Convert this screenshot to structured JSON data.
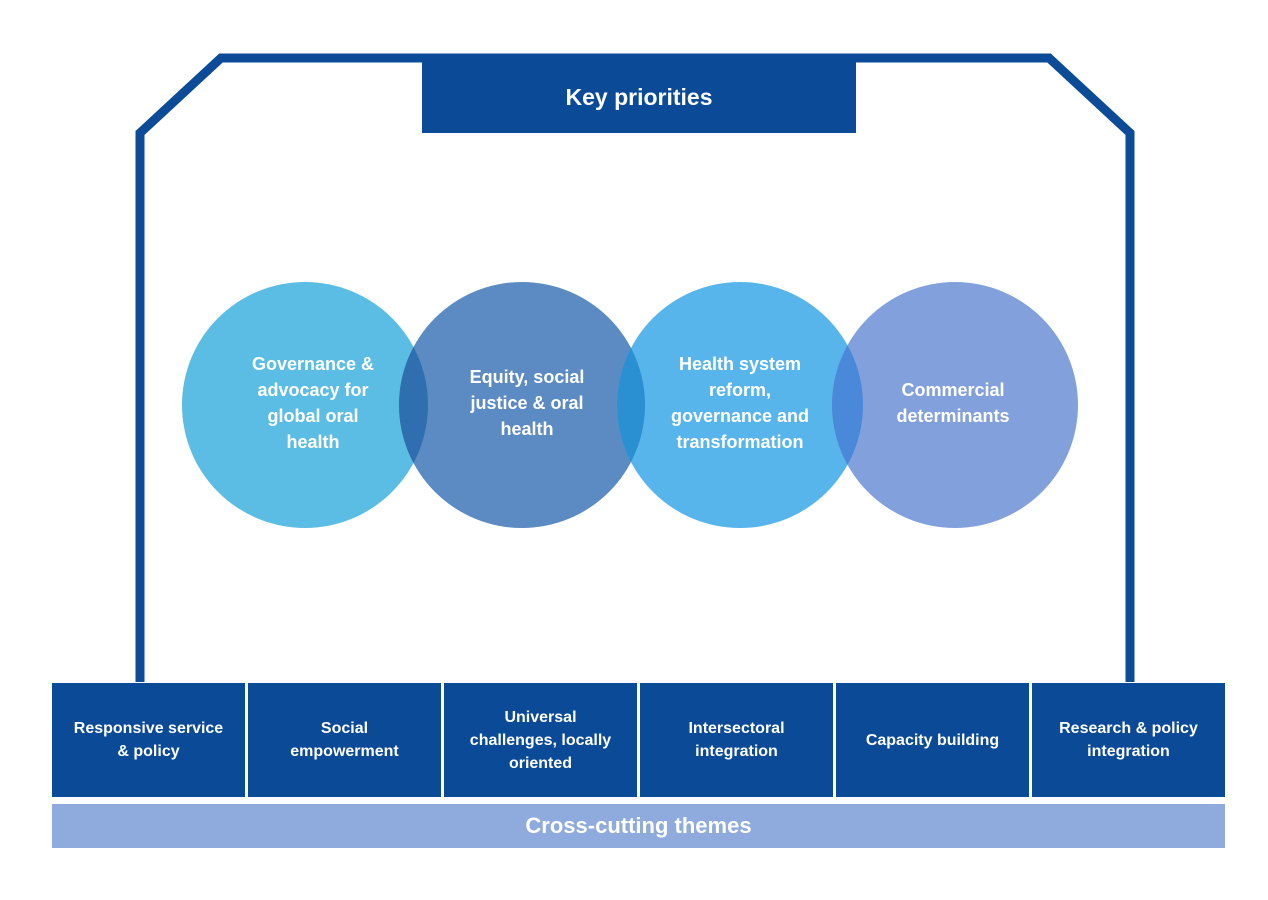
{
  "title": "Key priorities",
  "priorities": [
    {
      "label": "Governance &\nadvocacy for\nglobal oral\nhealth",
      "color": "#5bbde4"
    },
    {
      "label": "Equity, social\njustice & oral\nhealth",
      "color": "#5b8bc2"
    },
    {
      "label": "Health system\nreform,\ngovernance and\ntransformation",
      "color": "#58b5ec"
    },
    {
      "label": "Commercial\ndeterminants",
      "color": "#82a0dc"
    }
  ],
  "themes": [
    {
      "label": "Responsive service\n& policy"
    },
    {
      "label": "Social\nempowerment"
    },
    {
      "label": "Universal\nchallenges, locally\noriented"
    },
    {
      "label": "Intersectoral\nintegration"
    },
    {
      "label": "Capacity building"
    },
    {
      "label": "Research & policy\nintegration"
    }
  ],
  "cross_cutting": "Cross-cutting themes",
  "colors": {
    "frame": "#0c4b98",
    "box": "#0b4a97",
    "cross_bar": "#8faadd"
  }
}
